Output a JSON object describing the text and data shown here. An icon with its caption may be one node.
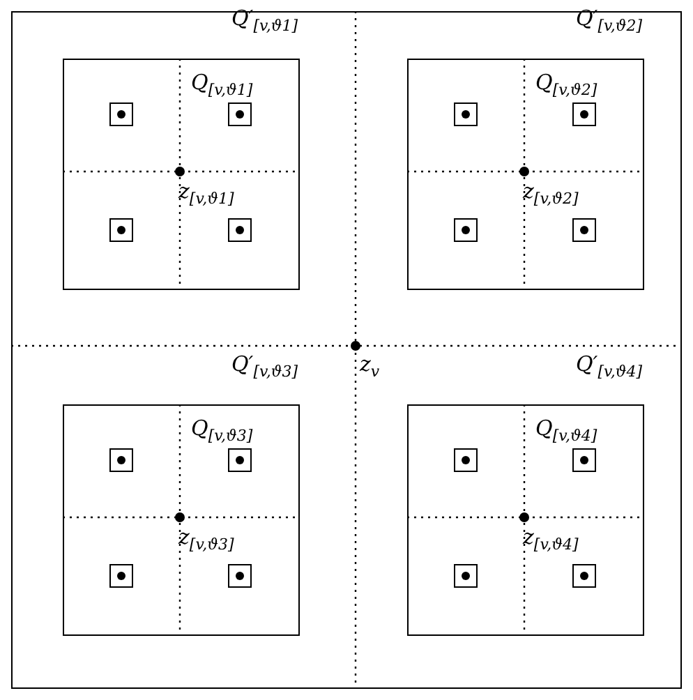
{
  "diagram": {
    "labels": [
      "Q′$_{[v,ϑ1]}$",
      "Q′$_{[v,ϑ2]}$",
      "Q$_{[v,ϑ1]}$",
      "Q$_{[v,ϑ2]}$",
      "z$_{[v,ϑ1]}$",
      "z$_{[v,ϑ2]}$",
      "Q′$_{[v,ϑ3]}$",
      "z$_{v}$",
      "Q′$_{[v,ϑ4]}$",
      "Q$_{[v,ϑ3]}$",
      "Q$_{[v,ϑ4]}$",
      "z$_{[v,ϑ3]}$",
      "z$_{[v,ϑ4]}$"
    ]
  }
}
